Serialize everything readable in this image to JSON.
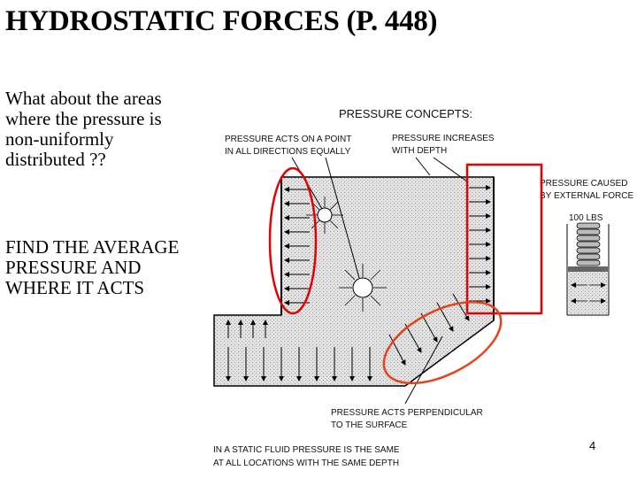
{
  "slide": {
    "title": "HYDROSTATIC FORCES (P. 448)",
    "question": "What about the areas where the pressure is non-uniformly distributed ??",
    "task": "FIND THE AVERAGE PRESSURE AND WHERE IT ACTS",
    "page_number": "4"
  },
  "diagram": {
    "heading": "PRESSURE CONCEPTS:",
    "label_point_1": "PRESSURE ACTS ON A POINT",
    "label_point_2": "IN ALL DIRECTIONS EQUALLY",
    "label_depth_1": "PRESSURE INCREASES",
    "label_depth_2": "WITH DEPTH",
    "label_external_1": "PRESSURE CAUSED",
    "label_external_2": "BY EXTERNAL FORCE",
    "weight_label": "100 LBS",
    "label_perp_1": "PRESSURE ACTS PERPENDICULAR",
    "label_perp_2": "TO THE SURFACE",
    "label_static_1": "IN A STATIC FLUID PRESSURE IS THE SAME",
    "label_static_2": "AT ALL LOCATIONS WITH THE SAME DEPTH"
  },
  "colors": {
    "highlight_red": "#e60000",
    "highlight_orange": "#e8401c",
    "fluid_fill": "#dcdcdc"
  }
}
